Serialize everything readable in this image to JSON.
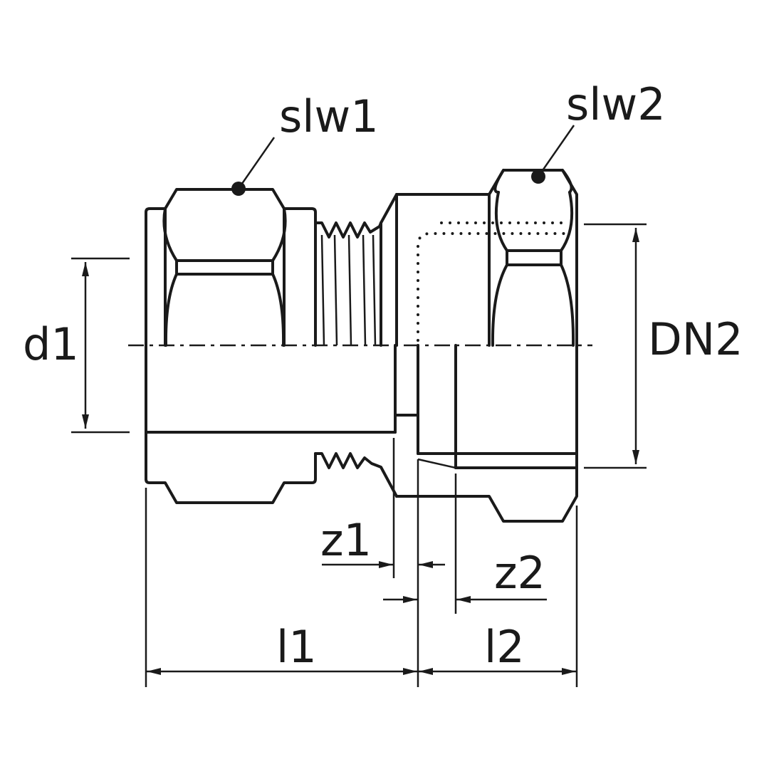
{
  "labels": {
    "slw1": "slw1",
    "slw2": "slw2",
    "d1": "d1",
    "DN2": "DN2",
    "z1": "z1",
    "z2": "z2",
    "l1": "l1",
    "l2": "l2"
  }
}
